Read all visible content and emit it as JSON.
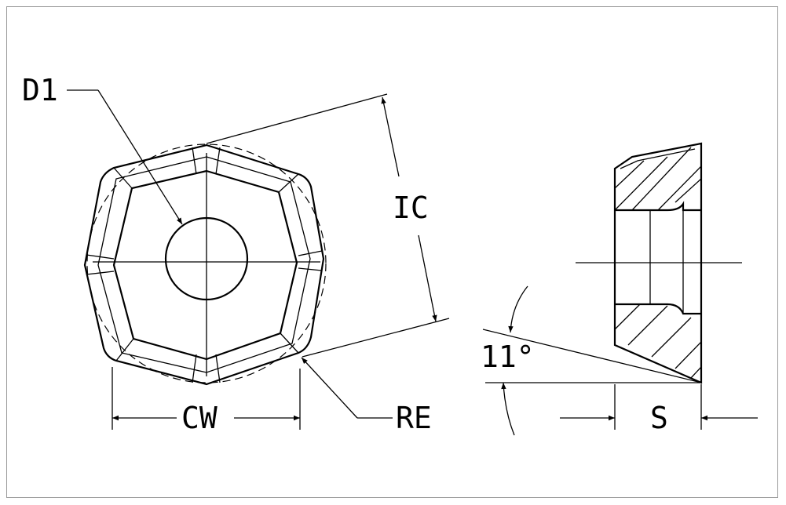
{
  "labels": {
    "d1": "D1",
    "ic": "IC",
    "cw": "CW",
    "re": "RE",
    "s": "S",
    "angle": "11°"
  }
}
